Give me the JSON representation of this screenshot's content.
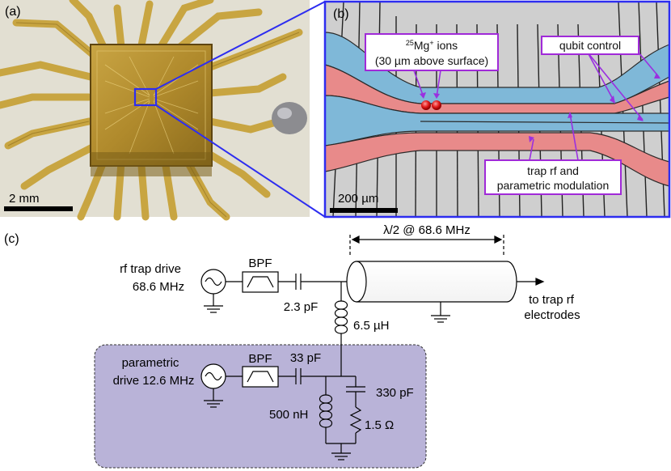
{
  "panel_a": {
    "label": "(a)",
    "scalebar": "2 mm"
  },
  "panel_b": {
    "label": "(b)",
    "ions_line1_sup": "25",
    "ions_line1_rest": "Mg",
    "ions_line1_plus": "+",
    "ions_line1_tail": " ions",
    "ions_line2": "(30 µm above surface)",
    "qubit_control": "qubit control",
    "trap_rf_line1": "trap rf and",
    "trap_rf_line2": "parametric modulation",
    "scalebar": "200 µm"
  },
  "panel_c": {
    "label": "(c)",
    "half_wave": "λ/2 @ 68.6 MHz",
    "rf_drive_line1": "rf trap drive",
    "rf_drive_line2": "68.6 MHz",
    "bpf1": "BPF",
    "cap1": "2.3 pF",
    "inductor1": "6.5 µH",
    "output_line1": "to trap rf",
    "output_line2": "electrodes",
    "param_line1": "parametric",
    "param_line2": "drive 12.6 MHz",
    "bpf2": "BPF",
    "cap2": "33 pF",
    "cap3": "330 pF",
    "inductor2": "500 nH",
    "resistor": "1.5 Ω"
  },
  "colors": {
    "highlight_blue": "#2d2df0",
    "label_box_purple": "#a02ad8",
    "rf_red": "#e88a8a",
    "dc_blue": "#7fb8d8",
    "parametric_box": "#b9b3d8"
  }
}
